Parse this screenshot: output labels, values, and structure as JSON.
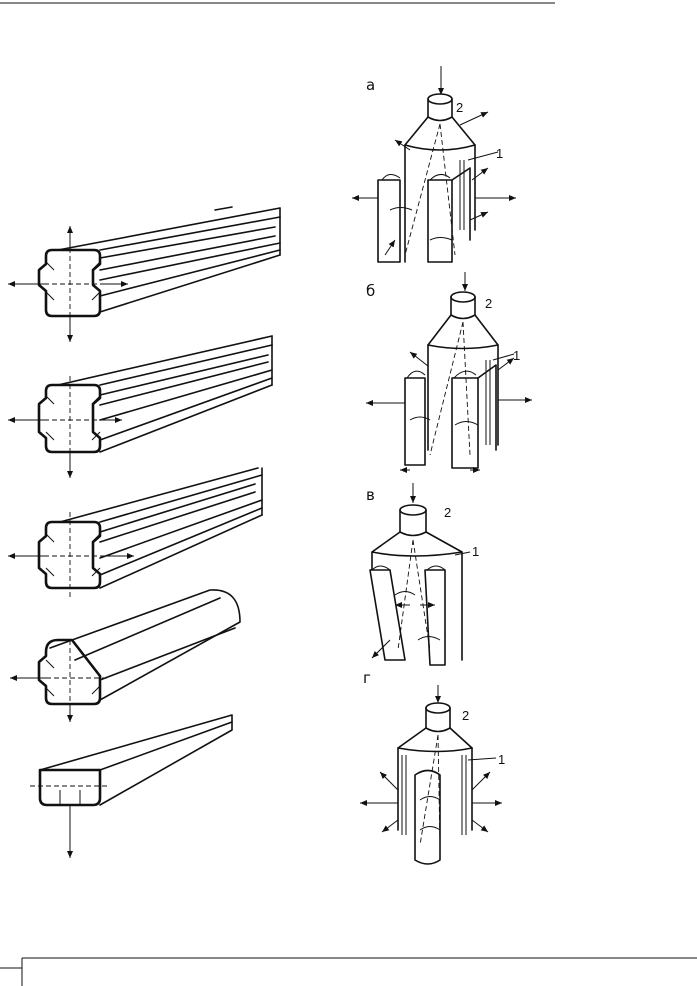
{
  "figure": {
    "variants": [
      {
        "letter": "а",
        "label_nozzle": "2",
        "label_body": "1"
      },
      {
        "letter": "б",
        "label_nozzle": "2",
        "label_body": "1"
      },
      {
        "letter": "в",
        "label_nozzle": "2",
        "label_body": "1"
      },
      {
        "letter": "г",
        "label_nozzle": "2",
        "label_body": "1"
      }
    ]
  }
}
